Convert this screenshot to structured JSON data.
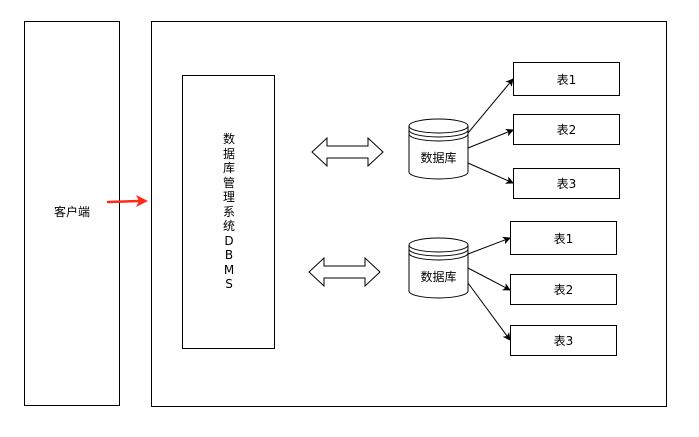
{
  "client": {
    "label": "客户端"
  },
  "dbms": {
    "chars": [
      "数",
      "据",
      "库",
      "管",
      "理",
      "系",
      "统",
      "D",
      "B",
      "M",
      "S"
    ]
  },
  "databases": [
    {
      "label": "数据库",
      "tables": [
        "表1",
        "表2",
        "表3"
      ]
    },
    {
      "label": "数据库",
      "tables": [
        "表1",
        "表2",
        "表3"
      ]
    }
  ],
  "colors": {
    "stroke": "#000000",
    "request_arrow": "#ff2a1a"
  },
  "icons": [
    "database-cylinder-icon",
    "double-arrow-icon",
    "red-arrow-icon"
  ]
}
